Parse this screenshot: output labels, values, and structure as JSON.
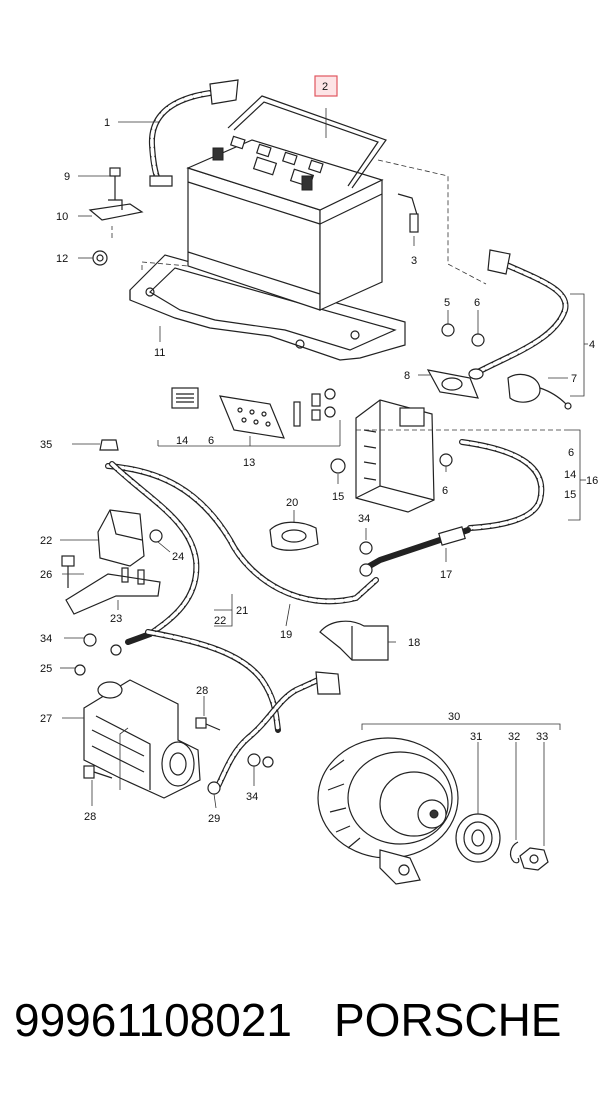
{
  "caption": {
    "part_number": "99961108021",
    "brand": "PORSCHE"
  },
  "highlight": {
    "color": "#e0565f",
    "fill": "#fde4e6",
    "callout": "2"
  },
  "callouts": {
    "c1": "1",
    "c2": "2",
    "c3": "3",
    "c4": "4",
    "c5": "5",
    "c6a": "6",
    "c7": "7",
    "c8": "8",
    "c9": "9",
    "c10": "10",
    "c11": "11",
    "c12": "12",
    "c13": "13",
    "c14a": "14",
    "c6b": "6",
    "c35": "35",
    "c15": "15",
    "c6c": "6",
    "c6d": "6",
    "c14b": "14",
    "c15b": "15",
    "c16": "16",
    "c20": "20",
    "c22a": "22",
    "c24": "24",
    "c26": "26",
    "c23": "23",
    "c21": "21",
    "c22b": "22",
    "c19": "19",
    "c34a": "34",
    "c17": "17",
    "c18": "18",
    "c34b": "34",
    "c25": "25",
    "c28a": "28",
    "c27": "27",
    "c28b": "28",
    "c29": "29",
    "c34c": "34",
    "c30": "30",
    "c31": "31",
    "c32": "32",
    "c33": "33"
  }
}
